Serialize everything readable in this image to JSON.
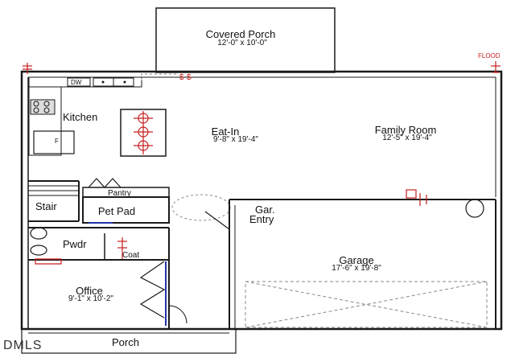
{
  "rooms": {
    "covered_porch": {
      "name": "Covered Porch",
      "dims": "12'-0\" x 10'-0\""
    },
    "kitchen": {
      "name": "Kitchen"
    },
    "eat_in": {
      "name": "Eat-In",
      "dims": "9'-8\" x 19'-4\""
    },
    "family_room": {
      "name": "Family Room",
      "dims": "12'-5\" x 19'-4\""
    },
    "stair": {
      "name": "Stair"
    },
    "pantry": {
      "name": "Pantry"
    },
    "pet_pad": {
      "name": "Pet Pad"
    },
    "gar_entry": {
      "line1": "Gar.",
      "line2": "Entry"
    },
    "pwdr": {
      "name": "Pwdr"
    },
    "coat": {
      "name": "Coat"
    },
    "garage": {
      "name": "Garage",
      "dims": "17'-6\" x 19'-8\""
    },
    "office": {
      "name": "Office",
      "dims": "9'-1\" x 10'-2\""
    },
    "porch": {
      "name": "Porch"
    }
  },
  "fixtures": {
    "dw": "DW",
    "fridge": "F",
    "flood": "FLOOD",
    "switch_symbol": "$"
  },
  "watermark": "DMLS",
  "colors": {
    "wall": "#1a1a1a",
    "electrical": "#c81e1e",
    "door_accent": "#2233aa",
    "dashed": "#888888"
  }
}
